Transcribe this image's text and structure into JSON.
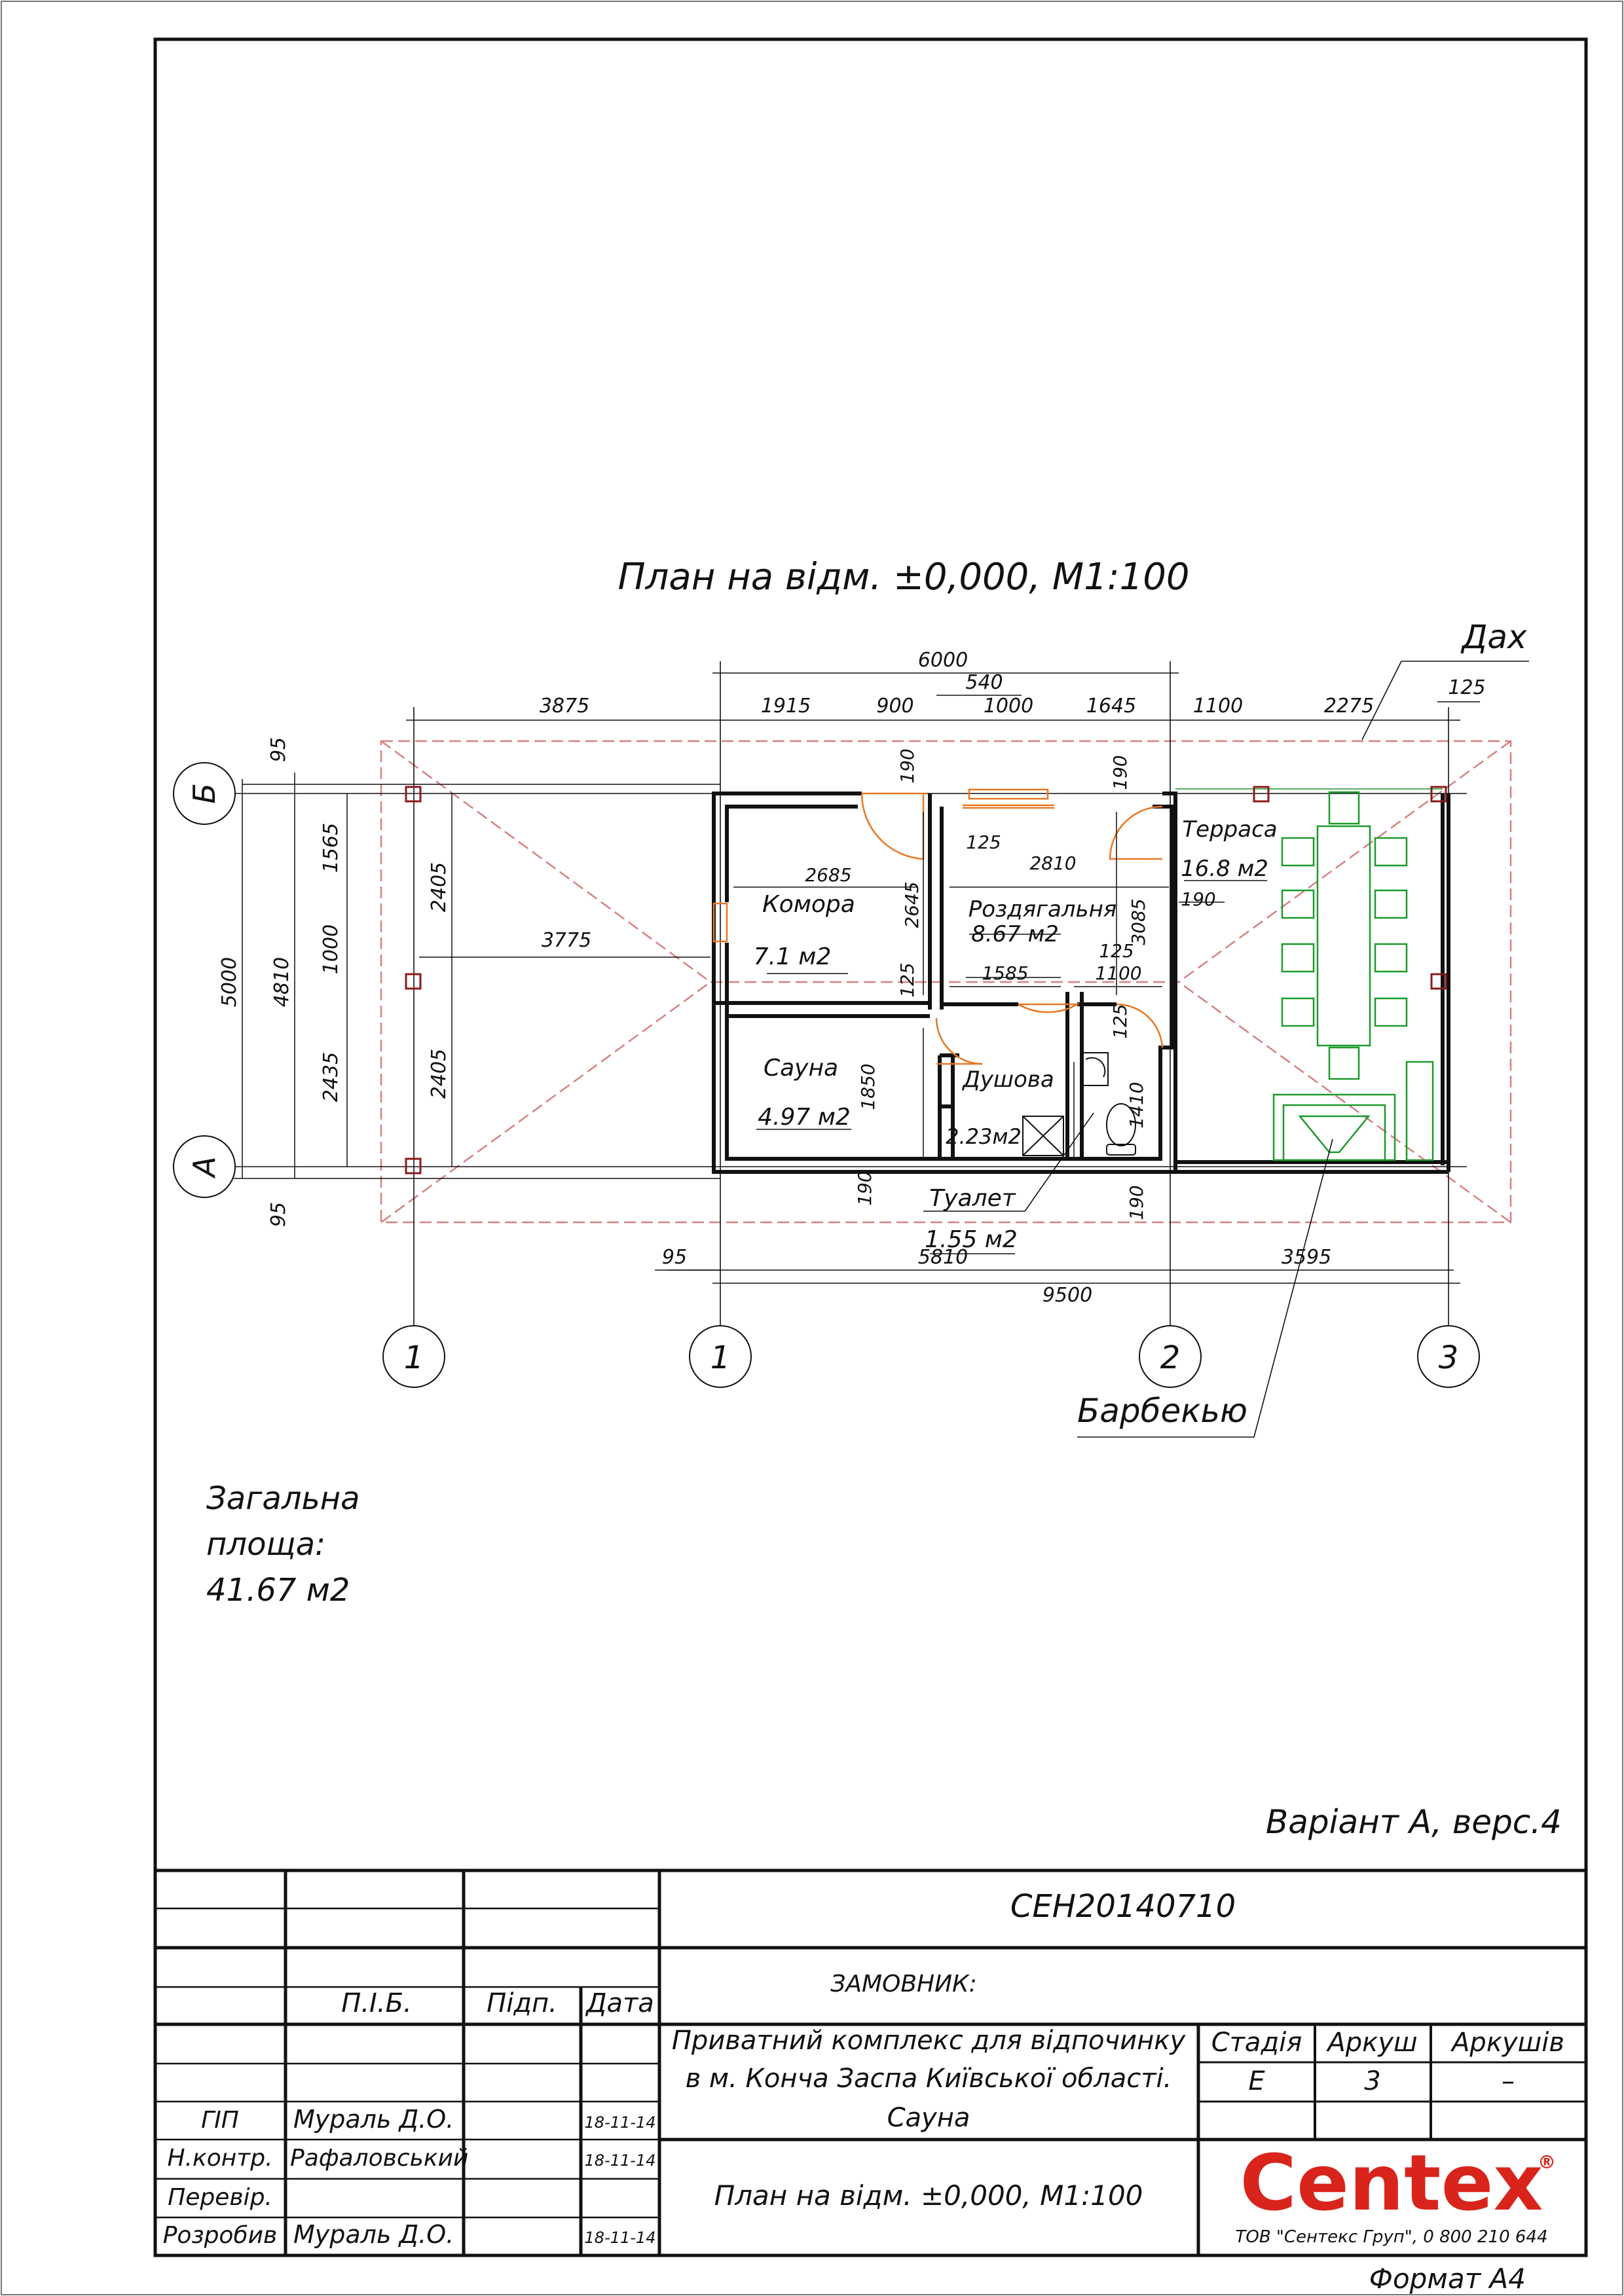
{
  "sheet": {
    "title": "План на відм. ±0,000, М1:100",
    "roof_label": "Дах",
    "bbq_label": "Барбекью",
    "variant": "Варіант А, верс.4",
    "format": "Формат А4",
    "total_area": [
      "Загальна",
      "площа:",
      "41.67 м2"
    ]
  },
  "rooms": [
    {
      "name": "Комора",
      "area": "7.1 м2"
    },
    {
      "name": "Роздягальня",
      "area": "8.67 м2"
    },
    {
      "name": "Терраса",
      "area": "16.8 м2"
    },
    {
      "name": "Сауна",
      "area": "4.97 м2"
    },
    {
      "name": "Душова",
      "area": "2.23м2"
    },
    {
      "name": "Туалет",
      "area": "1.55 м2"
    }
  ],
  "axes": {
    "vertical": [
      "1",
      "1",
      "2",
      "3"
    ],
    "horizontal": [
      "Б",
      "А"
    ]
  },
  "dimensions": {
    "top_total": "6000",
    "top": [
      "3875",
      "1915",
      "900",
      "540",
      "1000",
      "1645",
      "1100",
      "2275",
      "125"
    ],
    "bottom": [
      "95",
      "5810",
      "3595",
      "9500"
    ],
    "left": [
      "95",
      "1565",
      "1000",
      "2435",
      "95",
      "5000",
      "4810",
      "2405",
      "2405",
      "3775"
    ],
    "interior": [
      "190",
      "190",
      "125",
      "2685",
      "2810",
      "2645",
      "3085",
      "190",
      "125",
      "1585",
      "1100",
      "125",
      "125",
      "1850",
      "1410",
      "190",
      "190"
    ]
  },
  "title_block": {
    "code": "CEH20140710",
    "customer_label": "ЗАМОВНИК:",
    "project": [
      "Приватний комплекс для відпочинку",
      "в м. Конча Заспа Київської області.",
      "Сауна"
    ],
    "sheet_name": "План на відм. ±0,000, М1:100",
    "headers": {
      "name": "П.І.Б.",
      "sign": "Підп.",
      "date": "Дата"
    },
    "stage_headers": [
      "Стадія",
      "Аркуш",
      "Аркушів"
    ],
    "stage_values": [
      "Е",
      "3",
      "–"
    ],
    "roles": [
      {
        "role": "ГІП",
        "name": "Мураль Д.О.",
        "date": "18-11-14"
      },
      {
        "role": "Н.контр.",
        "name": "Рафаловський",
        "date": "18-11-14"
      },
      {
        "role": "Перевір.",
        "name": "",
        "date": ""
      },
      {
        "role": "Розробив",
        "name": "Мураль Д.О.",
        "date": "18-11-14"
      }
    ],
    "company": "ТОВ \"Сентекс Груп\", 0 800 210 644",
    "logo": "Centex",
    "logo_mark": "®"
  },
  "colors": {
    "line": "#111111",
    "roof": "#d98080",
    "door": "#e87722",
    "furniture": "#1a9a2a",
    "post": "#8b1a1a",
    "logo": "#d9241b"
  }
}
